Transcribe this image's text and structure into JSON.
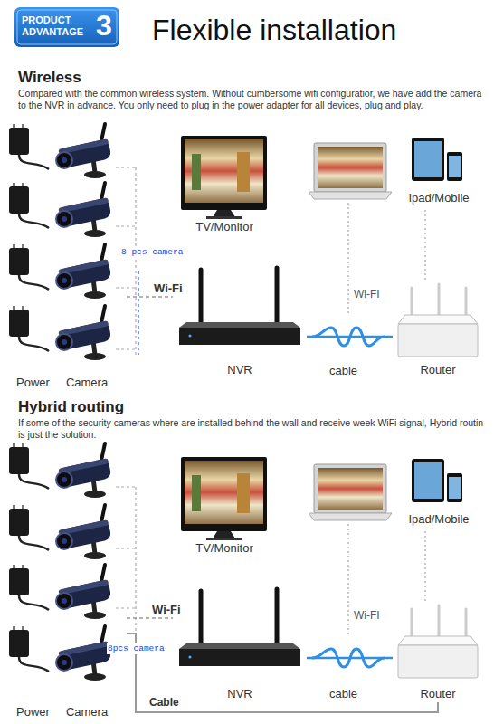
{
  "diagram": {
    "title": "Flexible installation",
    "nodes": [
      {
        "text": [
          "Camera"
        ]
      },
      {
        "text": [
          "TV/Monitor"
        ]
      },
      {
        "text": [
          "Ipad/Mobile"
        ]
      },
      {
        "text": [
          "NVR"
        ]
      },
      {
        "text": [
          "Router"
        ]
      },
      {
        "text": [
          "Camera"
        ]
      },
      {
        "text": [
          "TV/Monitor"
        ]
      },
      {
        "text": [
          "Ipad/Mobile"
        ]
      },
      {
        "text": [
          "NVR"
        ]
      },
      {
        "text": [
          "Router"
        ]
      }
    ],
    "edges": [
      {
        "from": 0,
        "to": 3,
        "label": "Wi-Fi",
        "arrow": "none"
      },
      {
        "from": 3,
        "to": 4,
        "label": "cable",
        "arrow": "none"
      },
      {
        "from": 5,
        "to": 8,
        "label": "Wi-Fi",
        "arrow": "none"
      },
      {
        "from": 8,
        "to": 9,
        "label": "cable",
        "arrow": "none"
      },
      {
        "from": 5,
        "to": 9,
        "label": "Cable",
        "arrow": "none"
      }
    ],
    "labels": [
      "PRODUCT ADVANTAGE",
      "3",
      "Wireless",
      "Compared with the common wireless system. Without cumbersome wifi configuratior, we have add the camera to the NVR in advance. You only need to plug in the power adapter for all devices, plug and play.",
      "8 pcs camera",
      "Wi-FI",
      "Power",
      "Hybrid routing",
      "If some of the security cameras where are installed behind the wall and receive week WiFi signal, Hybrid routin is just the solution.",
      "Wi-FI",
      "8pcs camera",
      "Power"
    ]
  }
}
